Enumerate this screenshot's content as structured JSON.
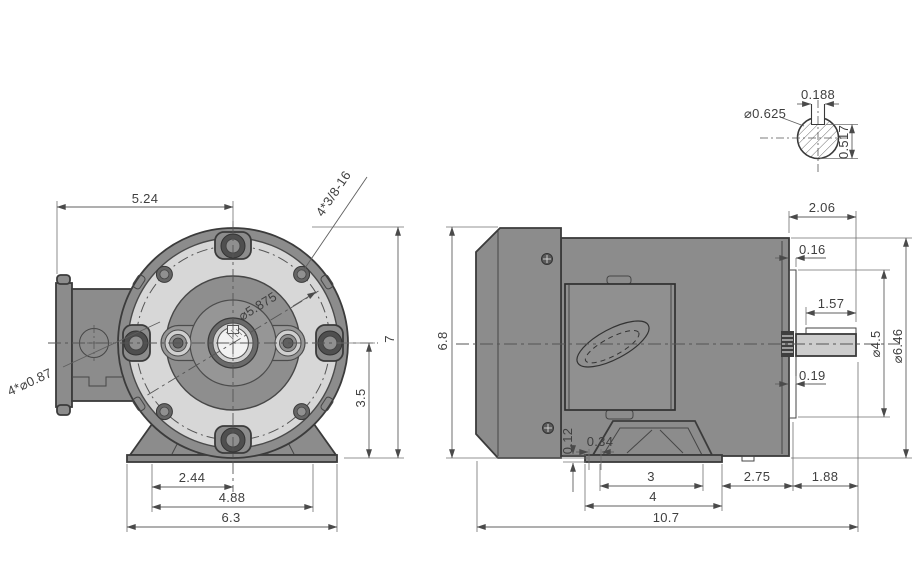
{
  "drawing": {
    "type": "motor-dimension-drawing",
    "colors": {
      "body_gray": "#8c8c8c",
      "face_gray": "#d7d7d7",
      "inner_gray": "#8e8e8e",
      "boss_gray": "#969696",
      "shaft_gray": "#cdcdcd",
      "outline": "#3b3b3b",
      "dim_line": "#5f5f5f",
      "background": "#ffffff"
    }
  },
  "front": {
    "dims": {
      "top_width": "5.24",
      "tapped_holes": "4*3/8-16",
      "bolt_circle": "⌀5.875",
      "conduit_holes": "4*⌀0.87",
      "overall_height": "7",
      "center_height": "3.5",
      "slot_half": "2.44",
      "slot_span": "4.88",
      "base_width": "6.3"
    }
  },
  "side": {
    "dims": {
      "body_height": "6.8",
      "shaft_extension": "2.06",
      "rabbet_step_top": "0.16",
      "keyway_length": "1.57",
      "rabbet_dia": "⌀4.5",
      "flange_dia": "⌀6.46",
      "rabbet_step_bottom": "0.19",
      "pad_thickness": "0.12",
      "pad_offset": "0.34",
      "slot_spacing": "3",
      "pad_length": "4",
      "foot_to_face": "2.75",
      "face_to_shaft_end": "1.88",
      "overall_length": "10.7"
    }
  },
  "detail": {
    "dims": {
      "keyway_width": "0.188",
      "shaft_dia": "⌀0.625",
      "flat_height": "0.517"
    }
  }
}
